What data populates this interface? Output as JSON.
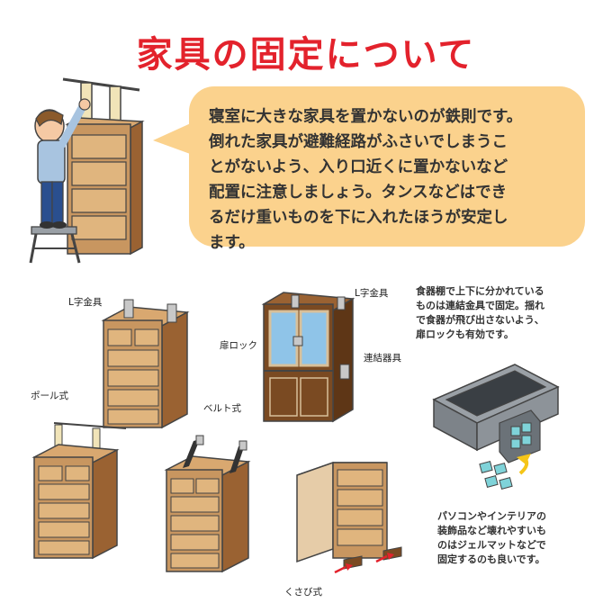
{
  "title": "家具の固定について",
  "bubble": {
    "lines": [
      "寝室に大きな家具を置かないのが鉄則です。",
      "倒れた家具が避難経路がふさいでしまうこ",
      "とがないよう、入り口近くに置かないなど",
      "配置に注意しましょう。タンスなどはでき",
      "るだけ重いものを下に入れたほうが安定し",
      "ます。"
    ]
  },
  "labels": {
    "l_bracket_left": "L字金具",
    "l_bracket_right": "L字金具",
    "door_lock": "扉ロック",
    "connector": "連結器具",
    "pole_type": "ポール式",
    "belt_type": "ベルト式",
    "wedge_type": "くさび式"
  },
  "notes": {
    "cupboard": [
      "食器棚で上下に分かれている",
      "ものは連結金具で固定。揺れ",
      "で食器が飛び出さないよう、",
      "扉ロックも有効です。"
    ],
    "gel_mat": [
      "パソコンやインテリアの",
      "装飾品など壊れやすいも",
      "のはジェルマットなどで",
      "固定するのも良いです。"
    ]
  },
  "colors": {
    "title": "#e3222c",
    "bubble": "#fbd28d",
    "wood": "#c89660",
    "wood_dark": "#8a5a2e",
    "cupboard": "#7a4a22",
    "metal": "#c8c8c8",
    "gel": "#7fd3d9"
  }
}
